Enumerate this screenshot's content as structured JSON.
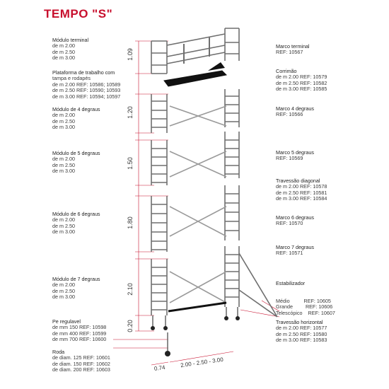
{
  "title": "TEMPO \"S\"",
  "left": [
    {
      "id": "modulo-terminal",
      "heading": "Módulo terminal",
      "lines": [
        "de m 2.00",
        "de m 2.50",
        "de m 3.00"
      ]
    },
    {
      "id": "plataforma",
      "heading": "Plataforma de trabalho com",
      "lines": [
        "tampa e rodapés",
        "de m 2.00 REF: 10586; 10589",
        "de m 2.50 REF: 10590; 10593",
        "de m 3.00 REF: 10594; 10597"
      ]
    },
    {
      "id": "modulo-4",
      "heading": "Módulo de 4 degraus",
      "lines": [
        "de m 2.00",
        "de m 2.50",
        "de m 3.00"
      ]
    },
    {
      "id": "modulo-5",
      "heading": "Módulo de 5 degraus",
      "lines": [
        "de m 2.00",
        "de m 2.50",
        "de m 3.00"
      ]
    },
    {
      "id": "modulo-6",
      "heading": "Módulo de 6 degraus",
      "lines": [
        "de m 2.00",
        "de m 2.50",
        "de m 3.00"
      ]
    },
    {
      "id": "modulo-7",
      "heading": "Módulo de 7 degraus",
      "lines": [
        "de m 2.00",
        "de m 2.50",
        "de m 3.00"
      ]
    },
    {
      "id": "pe-regulavel",
      "heading": "Pe regulavel",
      "lines": [
        "de mm 150 REF: 10598",
        "de mm 400 REF: 10599",
        "de mm 700 REF: 10600"
      ]
    },
    {
      "id": "roda",
      "heading": "Roda",
      "lines": [
        "de diam. 125 REF: 10601",
        "de diam. 150 REF: 10602",
        "de diam. 200 REF: 10603"
      ]
    }
  ],
  "right": [
    {
      "id": "marco-terminal",
      "heading": "Marco terminal",
      "lines": [
        "REF: 10567"
      ]
    },
    {
      "id": "corrimao",
      "heading": "Corrimão",
      "lines": [
        "de m 2.00 REF: 10579",
        "de m 2.50 REF: 10582",
        "de m 3.00 REF: 10585"
      ]
    },
    {
      "id": "marco-4",
      "heading": "Marco 4 degraus",
      "lines": [
        "REF: 10566"
      ]
    },
    {
      "id": "marco-5",
      "heading": "Marco 5 degraus",
      "lines": [
        "REF: 10569"
      ]
    },
    {
      "id": "travessao-diagonal",
      "heading": "Travessão diagonal",
      "lines": [
        "de m 2.00 REF: 10578",
        "de m 2.50 REF: 10581",
        "de m 3.00 REF: 10584"
      ]
    },
    {
      "id": "marco-6",
      "heading": "Marco 6 degraus",
      "lines": [
        "REF: 10570"
      ]
    },
    {
      "id": "marco-7",
      "heading": "Marco 7 degraus",
      "lines": [
        "REF: 10571"
      ]
    },
    {
      "id": "estabilizador",
      "heading": "Estabilizador",
      "lines": [
        "Médio          REF: 10605",
        "Grande         REF: 10606",
        "Telescópico    REF: 10607"
      ]
    },
    {
      "id": "travessao-horizontal",
      "heading": "Travessão horizontal",
      "lines": [
        "de m 2.00 REF: 10577",
        "de m 2.50 REF: 10580",
        "de m 3.00 REF: 10583"
      ]
    }
  ],
  "dimensions": {
    "h_terminal": "1.09",
    "h_4": "1.20",
    "h_5": "1.50",
    "h_6": "1.80",
    "h_7": "2.10",
    "h_base": "0.20",
    "w_depth": "0.74",
    "w_length": "2.00 - 2.50 - 3.00"
  },
  "colors": {
    "title": "#c8102e",
    "dimline": "#c8102e",
    "frame": "#777777",
    "platform": "#111111"
  }
}
